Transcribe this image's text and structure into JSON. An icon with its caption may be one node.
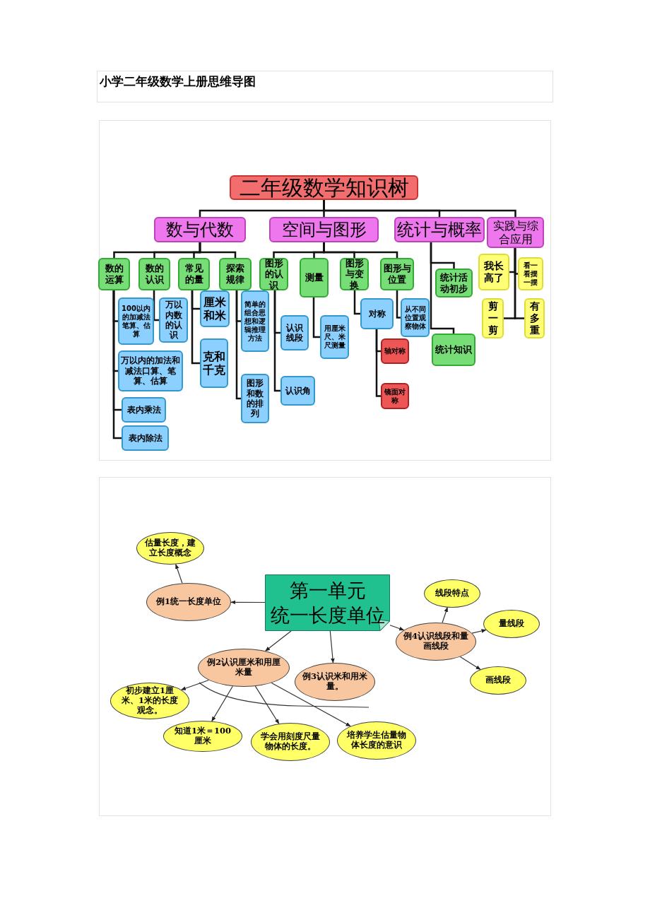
{
  "diagram": {
    "title": "小学二年级数学上册思维导图",
    "nodes": [
      {
        "text": [
          "二年级数学知识树"
        ]
      },
      {
        "text": [
          "数与代数"
        ]
      },
      {
        "text": [
          "空间与图形"
        ]
      },
      {
        "text": [
          "统计与概率"
        ]
      },
      {
        "text": [
          "实践与综合应用"
        ]
      },
      {
        "text": [
          "数的运算"
        ]
      },
      {
        "text": [
          "数的认识"
        ]
      },
      {
        "text": [
          "常见的量"
        ]
      },
      {
        "text": [
          "探索规律"
        ]
      },
      {
        "text": [
          "图形的认识"
        ]
      },
      {
        "text": [
          "测量"
        ]
      },
      {
        "text": [
          "图形与变换"
        ]
      },
      {
        "text": [
          "图形与位置"
        ]
      },
      {
        "text": [
          "统计活动初步"
        ]
      },
      {
        "text": [
          "我长高了"
        ]
      },
      {
        "text": [
          "看一看摆一摆"
        ]
      },
      {
        "text": [
          "100以内的加减法笔算、估算"
        ]
      },
      {
        "text": [
          "万以内数的认识"
        ]
      },
      {
        "text": [
          "厘米和米"
        ]
      },
      {
        "text": [
          "简单的组合思想和逻辑推理方法"
        ]
      },
      {
        "text": [
          "认识线段"
        ]
      },
      {
        "text": [
          "用厘米尺、米尺测量"
        ]
      },
      {
        "text": [
          "对称"
        ]
      },
      {
        "text": [
          "从不同位置观察物体"
        ]
      },
      {
        "text": [
          "剪一剪"
        ]
      },
      {
        "text": [
          "有多重"
        ]
      },
      {
        "text": [
          "轴对称"
        ]
      },
      {
        "text": [
          "克和千克"
        ]
      },
      {
        "text": [
          "统计知识"
        ]
      },
      {
        "text": [
          "万以内的加法和减法口算、笔算、估算"
        ]
      },
      {
        "text": [
          "图形和数的排列"
        ]
      },
      {
        "text": [
          "认识角"
        ]
      },
      {
        "text": [
          "镜面对称"
        ]
      },
      {
        "text": [
          "表内乘法"
        ]
      },
      {
        "text": [
          "表内除法"
        ]
      },
      {
        "text": [
          "估量长度，建立长度概念"
        ]
      },
      {
        "text": [
          "第一单元",
          "统一长度单位"
        ]
      },
      {
        "text": [
          "线段特点"
        ]
      },
      {
        "text": [
          "例1统一长度单位"
        ]
      },
      {
        "text": [
          "量线段"
        ]
      },
      {
        "text": [
          "例4认识线段和量画线段"
        ]
      },
      {
        "text": [
          "例2认识厘米和用厘米量"
        ]
      },
      {
        "text": [
          "例3认识米和用米量。"
        ]
      },
      {
        "text": [
          "画线段"
        ]
      },
      {
        "text": [
          "初步建立1厘米、1米的长度观念。"
        ]
      },
      {
        "text": [
          "知道1米＝100厘米"
        ]
      },
      {
        "text": [
          "学会用刻度尺量物体的长度。"
        ]
      },
      {
        "text": [
          "培养学生估量物体长度的意识"
        ]
      }
    ],
    "edges": [
      {
        "from": 0,
        "to": 1,
        "arrow": "none"
      },
      {
        "from": 0,
        "to": 2,
        "arrow": "none"
      },
      {
        "from": 0,
        "to": 3,
        "arrow": "none"
      },
      {
        "from": 0,
        "to": 4,
        "arrow": "none"
      },
      {
        "from": 1,
        "to": 5,
        "arrow": "none"
      },
      {
        "from": 1,
        "to": 6,
        "arrow": "none"
      },
      {
        "from": 1,
        "to": 7,
        "arrow": "none"
      },
      {
        "from": 1,
        "to": 8,
        "arrow": "none"
      },
      {
        "from": 2,
        "to": 9,
        "arrow": "none"
      },
      {
        "from": 2,
        "to": 10,
        "arrow": "none"
      },
      {
        "from": 2,
        "to": 11,
        "arrow": "none"
      },
      {
        "from": 2,
        "to": 12,
        "arrow": "none"
      },
      {
        "from": 3,
        "to": 13,
        "arrow": "none"
      },
      {
        "from": 3,
        "to": 28,
        "arrow": "none"
      },
      {
        "from": 4,
        "to": 14,
        "arrow": "none"
      },
      {
        "from": 4,
        "to": 15,
        "arrow": "none"
      },
      {
        "from": 4,
        "to": 24,
        "arrow": "none"
      },
      {
        "from": 4,
        "to": 25,
        "arrow": "none"
      },
      {
        "from": 5,
        "to": 16,
        "arrow": "none"
      },
      {
        "from": 5,
        "to": 29,
        "arrow": "none"
      },
      {
        "from": 5,
        "to": 33,
        "arrow": "none"
      },
      {
        "from": 5,
        "to": 34,
        "arrow": "none"
      },
      {
        "from": 6,
        "to": 17,
        "arrow": "none"
      },
      {
        "from": 7,
        "to": 18,
        "arrow": "none"
      },
      {
        "from": 7,
        "to": 27,
        "arrow": "none"
      },
      {
        "from": 8,
        "to": 19,
        "arrow": "none"
      },
      {
        "from": 8,
        "to": 30,
        "arrow": "none"
      },
      {
        "from": 9,
        "to": 20,
        "arrow": "none"
      },
      {
        "from": 9,
        "to": 31,
        "arrow": "none"
      },
      {
        "from": 10,
        "to": 21,
        "arrow": "none"
      },
      {
        "from": 11,
        "to": 22,
        "arrow": "none"
      },
      {
        "from": 12,
        "to": 23,
        "arrow": "none"
      },
      {
        "from": 22,
        "to": 26,
        "arrow": "none"
      },
      {
        "from": 22,
        "to": 32,
        "arrow": "none"
      },
      {
        "from": 36,
        "to": 38,
        "arrow": "to"
      },
      {
        "from": 38,
        "to": 35,
        "arrow": "to"
      },
      {
        "from": 36,
        "to": 41,
        "arrow": "to"
      },
      {
        "from": 36,
        "to": 42,
        "arrow": "to"
      },
      {
        "from": 36,
        "to": 40,
        "arrow": "to"
      },
      {
        "from": 41,
        "to": 44,
        "arrow": "to"
      },
      {
        "from": 41,
        "to": 45,
        "arrow": "to"
      },
      {
        "from": 41,
        "to": 46,
        "arrow": "to"
      },
      {
        "from": 41,
        "to": 47,
        "arrow": "to"
      },
      {
        "from": 40,
        "to": 37,
        "arrow": "to"
      },
      {
        "from": 40,
        "to": 39,
        "arrow": "to"
      },
      {
        "from": 40,
        "to": 43,
        "arrow": "to"
      }
    ]
  }
}
